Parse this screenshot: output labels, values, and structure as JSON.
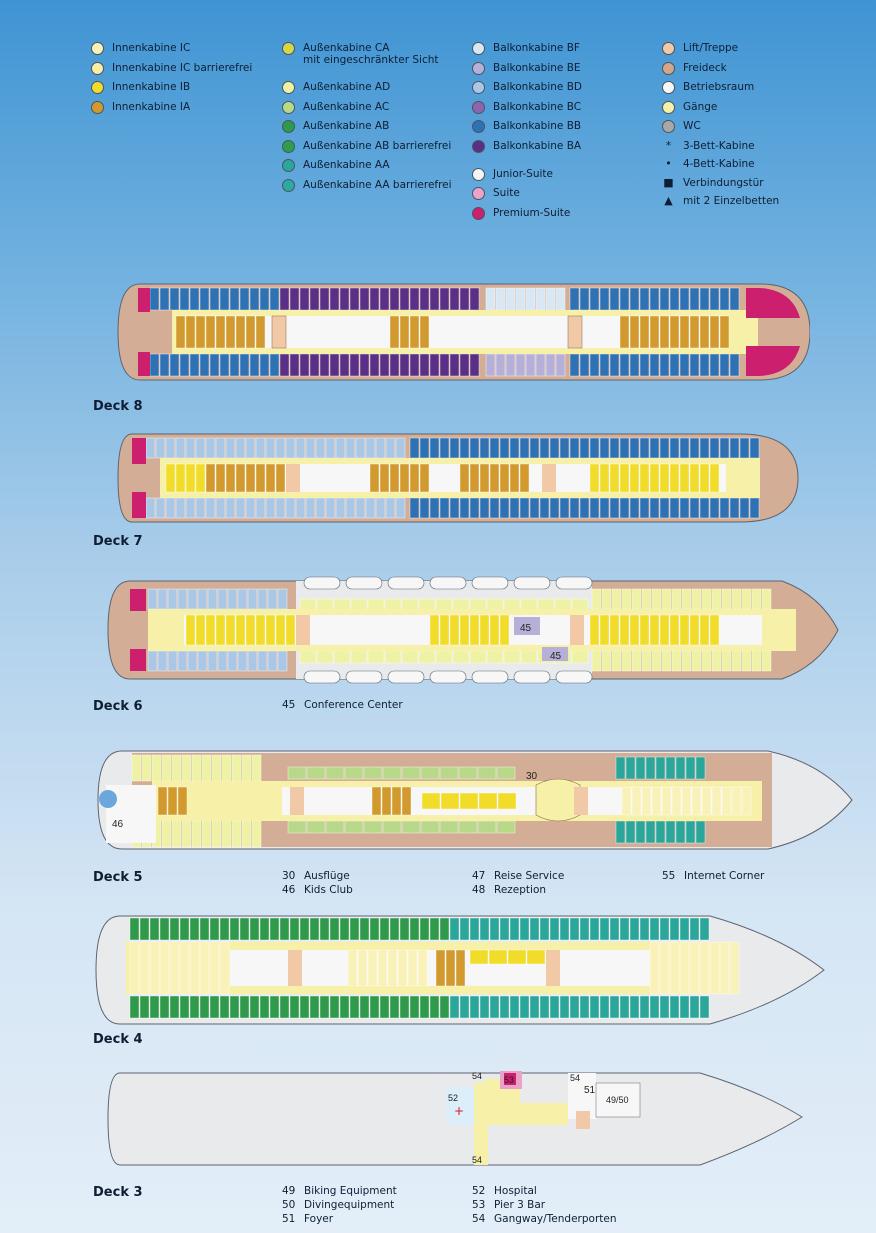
{
  "colors": {
    "IC": "#f8f1b8",
    "IC_barrierefrei": "#f7eda6",
    "IB": "#f2dc2a",
    "IA": "#d29a2e",
    "CA": "#d6d64a",
    "AD": "#eef2a4",
    "AC": "#b9d98a",
    "AB": "#2e9a4a",
    "AB_barrierefrei": "#2f9d4e",
    "AA": "#2aa79a",
    "AA_barrierefrei": "#2ea8a0",
    "BF": "#d7e7f4",
    "BE": "#b6b0d8",
    "BD": "#aac8e6",
    "BC": "#8e64ae",
    "BB": "#2f72b4",
    "BA": "#5a2f86",
    "JuniorSuite": "#f6f6f6",
    "Suite": "#e9a3c8",
    "PremiumSuite": "#cc1f6e",
    "Lift": "#f2c9a7",
    "Freideck": "#d3a68b",
    "Betriebsraum": "#f7f7f7",
    "Gaenge": "#f6f0a8",
    "WC": "#a8a8a8",
    "hull": "#cfd2d6",
    "hullStroke": "#5c6470",
    "deckWood": "#d4ad96"
  },
  "legend": {
    "col1": [
      {
        "label": "Innenkabine IC",
        "color": "IC"
      },
      {
        "label": "Innenkabine IC barrierefrei",
        "color": "IC_barrierefrei"
      },
      {
        "label": "Innenkabine IB",
        "color": "IB"
      },
      {
        "label": "Innenkabine IA",
        "color": "IA"
      }
    ],
    "col2": [
      {
        "label": "Außenkabine CA\nmit eingeschränkter Sicht",
        "color": "CA"
      },
      {
        "label": "Außenkabine AD",
        "color": "AD",
        "gap": true
      },
      {
        "label": "Außenkabine AC",
        "color": "AC"
      },
      {
        "label": "Außenkabine AB",
        "color": "AB"
      },
      {
        "label": "Außenkabine AB barrierefrei",
        "color": "AB_barrierefrei"
      },
      {
        "label": "Außenkabine AA",
        "color": "AA"
      },
      {
        "label": "Außenkabine AA barrierefrei",
        "color": "AA_barrierefrei"
      }
    ],
    "col3": [
      {
        "label": "Balkonkabine BF",
        "color": "BF"
      },
      {
        "label": "Balkonkabine BE",
        "color": "BE"
      },
      {
        "label": "Balkonkabine BD",
        "color": "BD"
      },
      {
        "label": "Balkonkabine BC",
        "color": "BC"
      },
      {
        "label": "Balkonkabine BB",
        "color": "BB"
      },
      {
        "label": "Balkonkabine BA",
        "color": "BA"
      },
      {
        "label": "Junior-Suite",
        "color": "JuniorSuite",
        "gap": true
      },
      {
        "label": "Suite",
        "color": "Suite"
      },
      {
        "label": "Premium-Suite",
        "color": "PremiumSuite"
      }
    ],
    "col4": [
      {
        "label": "Lift/Treppe",
        "color": "Lift"
      },
      {
        "label": "Freideck",
        "color": "Freideck"
      },
      {
        "label": "Betriebsraum",
        "color": "Betriebsraum"
      },
      {
        "label": "Gänge",
        "color": "Gaenge"
      },
      {
        "label": "WC",
        "color": "WC"
      },
      {
        "label": "3-Bett-Kabine",
        "symbol": "*"
      },
      {
        "label": "4-Bett-Kabine",
        "symbol": "•"
      },
      {
        "label": "Verbindungstür",
        "symbol": "■"
      },
      {
        "label": "mit 2 Einzelbetten",
        "symbol": "▲"
      }
    ]
  },
  "decks": [
    {
      "label": "Deck 8"
    },
    {
      "label": "Deck 7"
    },
    {
      "label": "Deck 6",
      "keys": [
        {
          "num": "45",
          "text": "Conference Center"
        }
      ]
    },
    {
      "label": "Deck 5",
      "keys": [
        {
          "num": "30",
          "text": "Ausflüge"
        },
        {
          "num": "46",
          "text": "Kids Club"
        },
        {
          "num": "47",
          "text": "Reise Service"
        },
        {
          "num": "48",
          "text": "Rezeption"
        },
        {
          "num": "55",
          "text": "Internet Corner"
        }
      ]
    },
    {
      "label": "Deck 4"
    },
    {
      "label": "Deck 3",
      "keys": [
        {
          "num": "49",
          "text": "Biking Equipment"
        },
        {
          "num": "50",
          "text": "Divingequipment"
        },
        {
          "num": "51",
          "text": "Foyer"
        },
        {
          "num": "52",
          "text": "Hospital"
        },
        {
          "num": "53",
          "text": "Pier 3 Bar"
        },
        {
          "num": "54",
          "text": "Gangway/Tenderporten"
        }
      ]
    }
  ],
  "map_labels": {
    "d6_conf_a": "45",
    "d6_conf_b": "45",
    "d5_kids": "46",
    "d5_excursion": "30",
    "d3_hospital": "52",
    "d3_bar": "53",
    "d3_foyer": "51",
    "d3_equip": "49/50",
    "d3_gangway_top_a": "54",
    "d3_gangway_top_b": "54",
    "d3_gangway_bottom": "54"
  }
}
